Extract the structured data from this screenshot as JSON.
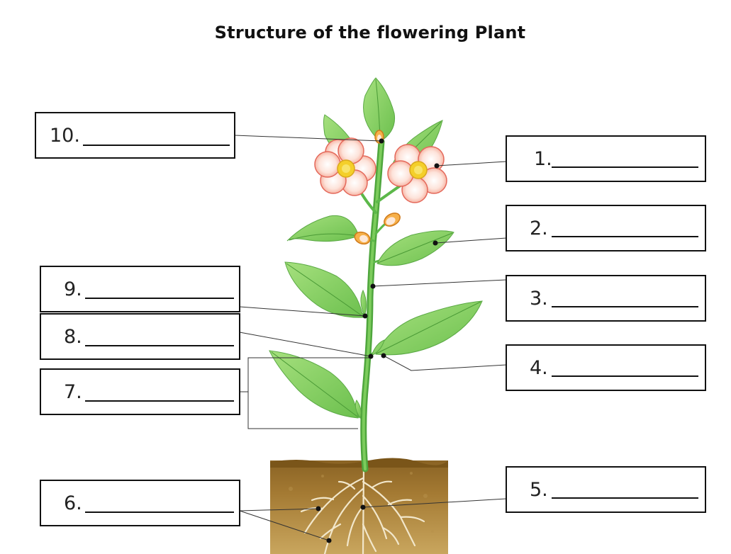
{
  "title": "Structure of the flowering Plant",
  "labels": {
    "l1": "1.",
    "l2": "2.",
    "l3": "3.",
    "l4": "4.",
    "l5": "5.",
    "l6": "6.",
    "l7": "7.",
    "l8": "8.",
    "l9": "9.",
    "l10": "10."
  },
  "colors": {
    "leaf": "#8fd46a",
    "leaf_dark": "#4fa93a",
    "stem": "#5cb84a",
    "petal": "#fbd9cf",
    "petal_edge": "#e4685a",
    "flower_center": "#f4cf2a",
    "soil": "#a97d34",
    "root": "#f0e4c6"
  }
}
